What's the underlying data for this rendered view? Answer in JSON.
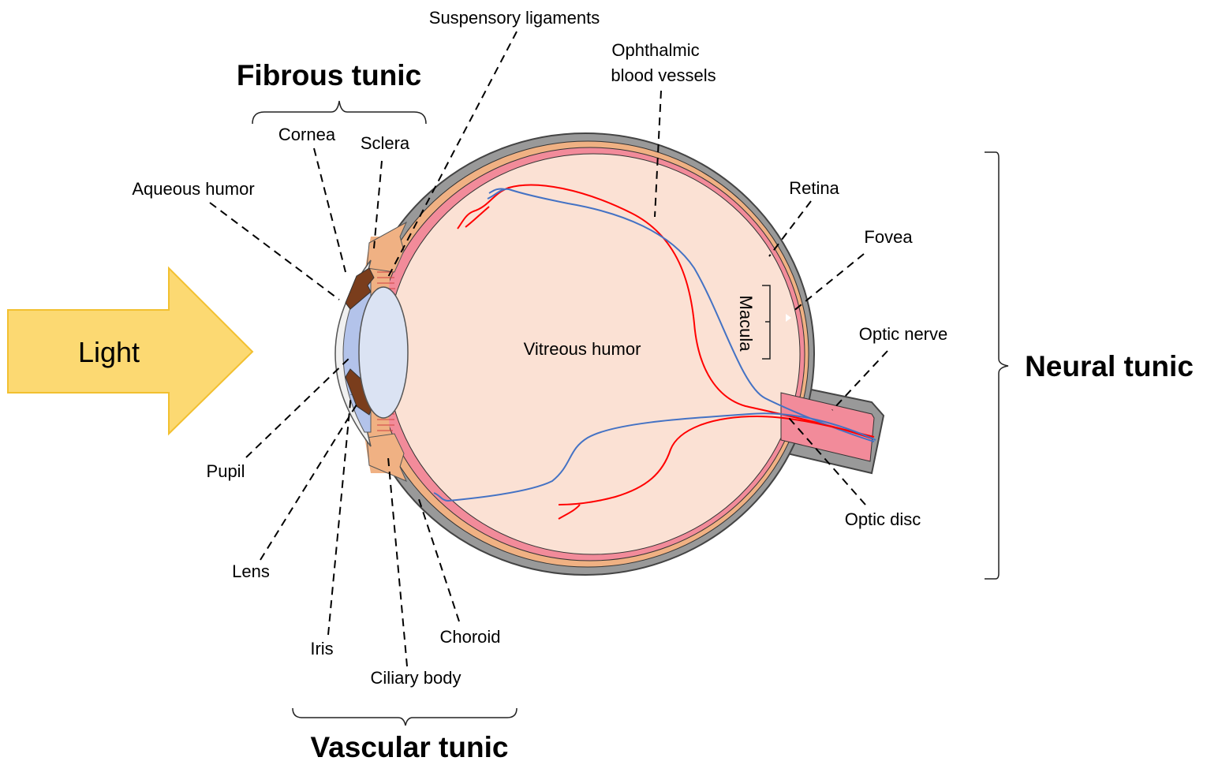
{
  "light": {
    "label": "Light",
    "color": "#fcd972",
    "border": "#f2c030"
  },
  "colors": {
    "sclera": "#999999",
    "choroid": "#f0b183",
    "retina": "#f28b9a",
    "vitreous": "#fbe1d4",
    "cornea": "#f0f0f0",
    "aqueous": "#b3c3ea",
    "lens": "#dbe3f3",
    "iris": "#7a3d1c",
    "artery": "#ff0000",
    "vein": "#4472c4"
  },
  "labels": {
    "suspensory": "Suspensory ligaments",
    "ophthalmic_1": "Ophthalmic",
    "ophthalmic_2": "blood vessels",
    "cornea": "Cornea",
    "sclera": "Sclera",
    "aqueous": "Aqueous humor",
    "retina": "Retina",
    "fovea": "Fovea",
    "macula": "Macula",
    "optic_nerve": "Optic nerve",
    "vitreous": "Vitreous humor",
    "pupil": "Pupil",
    "lens": "Lens",
    "iris": "Iris",
    "choroid": "Choroid",
    "ciliary": "Ciliary body",
    "optic_disc": "Optic disc"
  },
  "tunics": {
    "fibrous": "Fibrous tunic",
    "vascular": "Vascular tunic",
    "neural": "Neural tunic"
  }
}
